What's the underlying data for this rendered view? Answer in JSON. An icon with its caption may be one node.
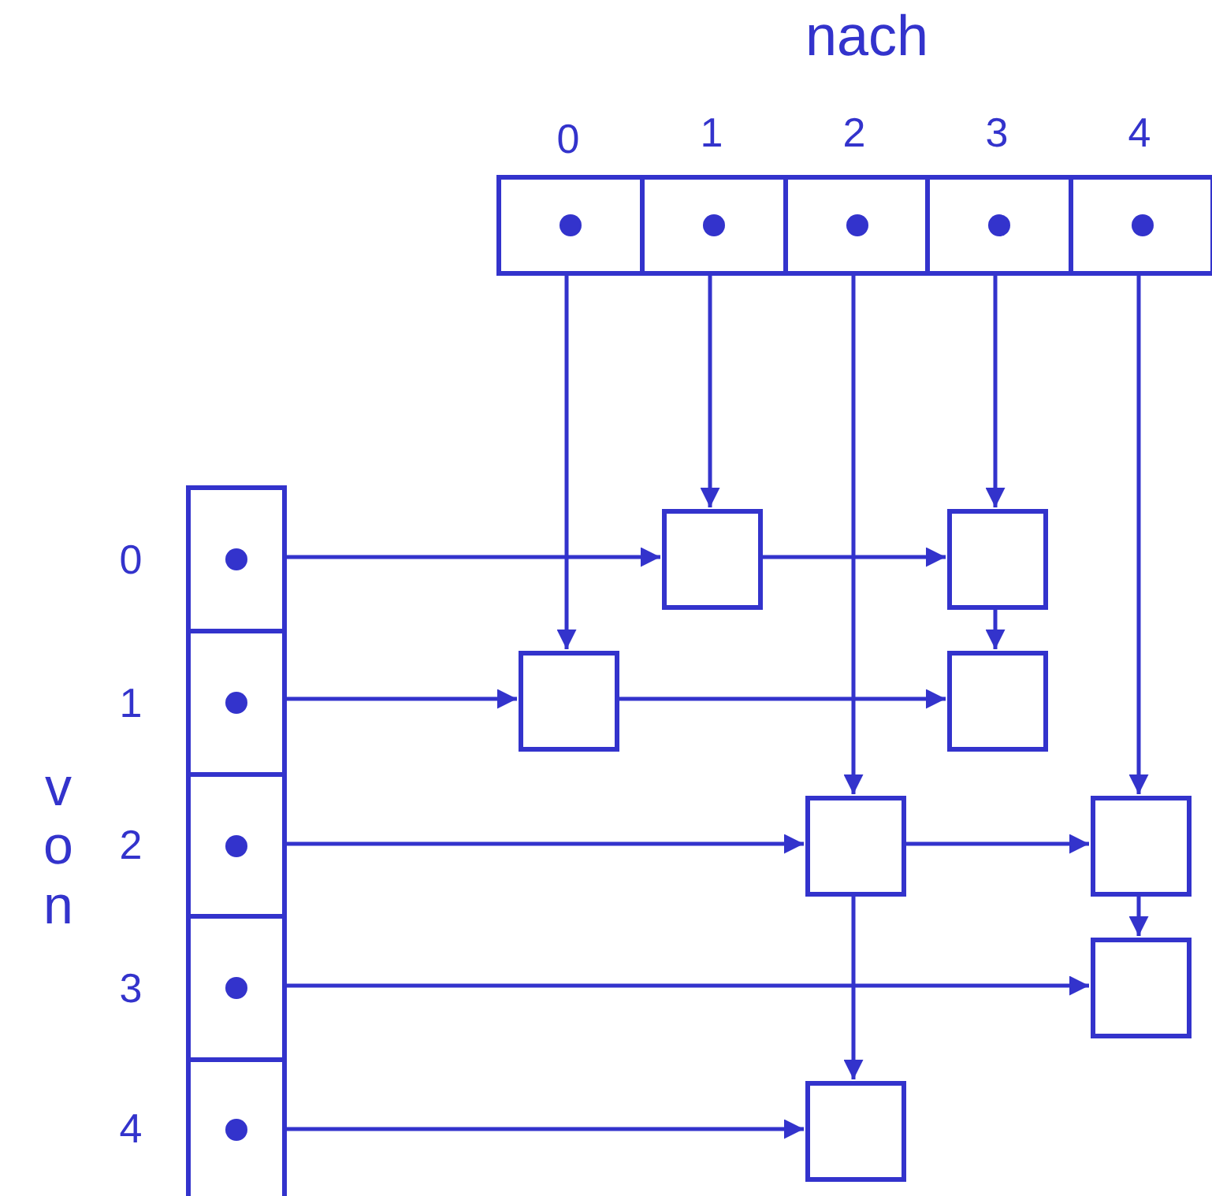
{
  "diagram": {
    "nodes": [
      {
        "text": [
          "0"
        ]
      },
      {
        "text": [
          "1"
        ]
      },
      {
        "text": [
          "2"
        ]
      },
      {
        "text": [
          "3"
        ]
      },
      {
        "text": [
          "4"
        ]
      },
      {
        "text": [
          "0"
        ]
      },
      {
        "text": [
          "1"
        ]
      },
      {
        "text": [
          "2"
        ]
      },
      {
        "text": [
          "3"
        ]
      },
      {
        "text": [
          "4"
        ]
      },
      {
        "text": [],
        "shape": "box"
      },
      {
        "text": [],
        "shape": "box"
      },
      {
        "text": [],
        "shape": "box"
      },
      {
        "text": [],
        "shape": "box"
      },
      {
        "text": [],
        "shape": "box"
      },
      {
        "text": [],
        "shape": "box"
      },
      {
        "text": [],
        "shape": "box"
      },
      {
        "text": [],
        "shape": "box"
      }
    ],
    "edges": [
      {
        "from": 1,
        "to": 10,
        "arrow": "to"
      },
      {
        "from": 3,
        "to": 11,
        "arrow": "to"
      },
      {
        "from": 5,
        "to": 10,
        "arrow": "to"
      },
      {
        "from": 10,
        "to": 11,
        "arrow": "to"
      },
      {
        "from": 0,
        "to": 12,
        "arrow": "to"
      },
      {
        "from": 11,
        "to": 13,
        "arrow": "to"
      },
      {
        "from": 6,
        "to": 12,
        "arrow": "to"
      },
      {
        "from": 12,
        "to": 13,
        "arrow": "to"
      },
      {
        "from": 2,
        "to": 14,
        "arrow": "to"
      },
      {
        "from": 4,
        "to": 15,
        "arrow": "to"
      },
      {
        "from": 7,
        "to": 14,
        "arrow": "to"
      },
      {
        "from": 14,
        "to": 15,
        "arrow": "to"
      },
      {
        "from": 15,
        "to": 16,
        "arrow": "to"
      },
      {
        "from": 8,
        "to": 16,
        "arrow": "to"
      },
      {
        "from": 14,
        "to": 17,
        "arrow": "to"
      },
      {
        "from": 9,
        "to": 17,
        "arrow": "to"
      }
    ],
    "labels": [
      "nach",
      "von"
    ]
  }
}
